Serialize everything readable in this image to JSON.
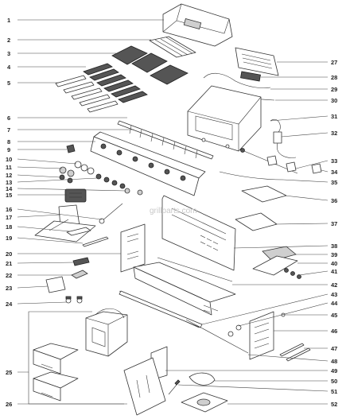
{
  "watermark": "grillparts.com",
  "callouts": {
    "n1": "1",
    "n2": "2",
    "n3": "3",
    "n4": "4",
    "n5": "5",
    "n6": "6",
    "n7": "7",
    "n8": "8",
    "n9": "9",
    "n10": "10",
    "n11": "11",
    "n12": "12",
    "n13": "13",
    "n14": "14",
    "n15": "15",
    "n16": "16",
    "n17": "17",
    "n18": "18",
    "n19": "19",
    "n20": "20",
    "n21": "21",
    "n22": "22",
    "n23": "23",
    "n24": "24",
    "n25": "25",
    "n26": "26",
    "n27": "27",
    "n28": "28",
    "n29": "29",
    "n30": "30",
    "n31": "31",
    "n32": "32",
    "n33": "33",
    "n34": "34",
    "n35": "35",
    "n36": "36",
    "n37": "37",
    "n38": "38",
    "n39": "39",
    "n40": "40",
    "n41": "41",
    "n42": "42",
    "n43": "43",
    "n44": "44",
    "n45": "45",
    "n46": "46",
    "n47": "47",
    "n48": "48",
    "n49": "49",
    "n50": "50",
    "n51": "51",
    "n52": "52"
  }
}
